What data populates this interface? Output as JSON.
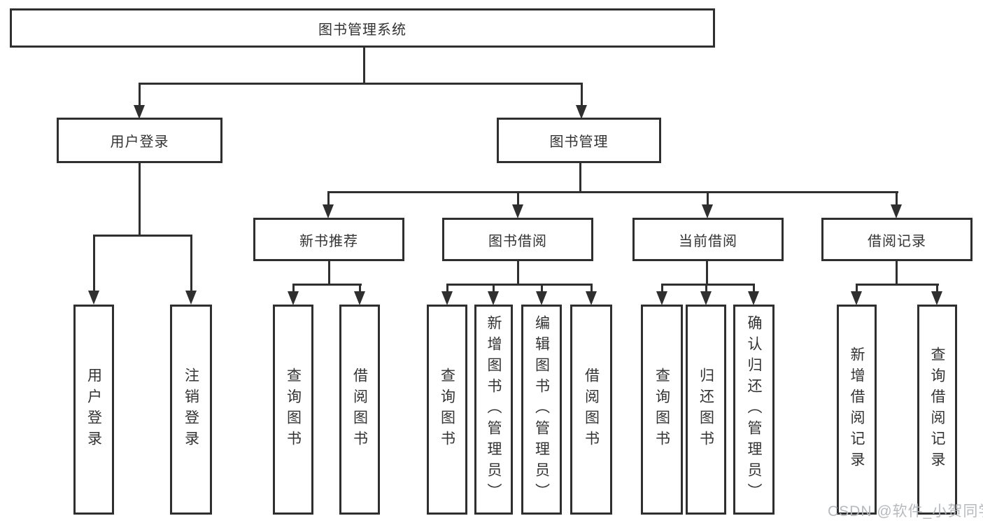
{
  "diagram": {
    "root_label": "图书管理系统",
    "level2": {
      "user_login": "用户登录",
      "book_mgmt": "图书管理"
    },
    "level3": {
      "new_books": "新书推荐",
      "book_borrow": "图书借阅",
      "current_borrow": "当前借阅",
      "borrow_records": "借阅记录"
    },
    "leaves": {
      "user_login": [
        "用户登录",
        "注销登录"
      ],
      "new_books": [
        "查询图书",
        "借阅图书"
      ],
      "book_borrow": [
        "查询图书",
        "新增图书（管理员）",
        "编辑图书（管理员）",
        "借阅图书"
      ],
      "current_borrow": [
        "查询图书",
        "归还图书",
        "确认归还（管理员）"
      ],
      "borrow_records": [
        "新增借阅记录",
        "查询借阅记录"
      ]
    }
  },
  "watermark": "CSDN @软件_小贺同学",
  "colors": {
    "line": "#2f2f2f",
    "background": "#ffffff",
    "text": "#333333",
    "watermark": "#b2b6bc"
  }
}
